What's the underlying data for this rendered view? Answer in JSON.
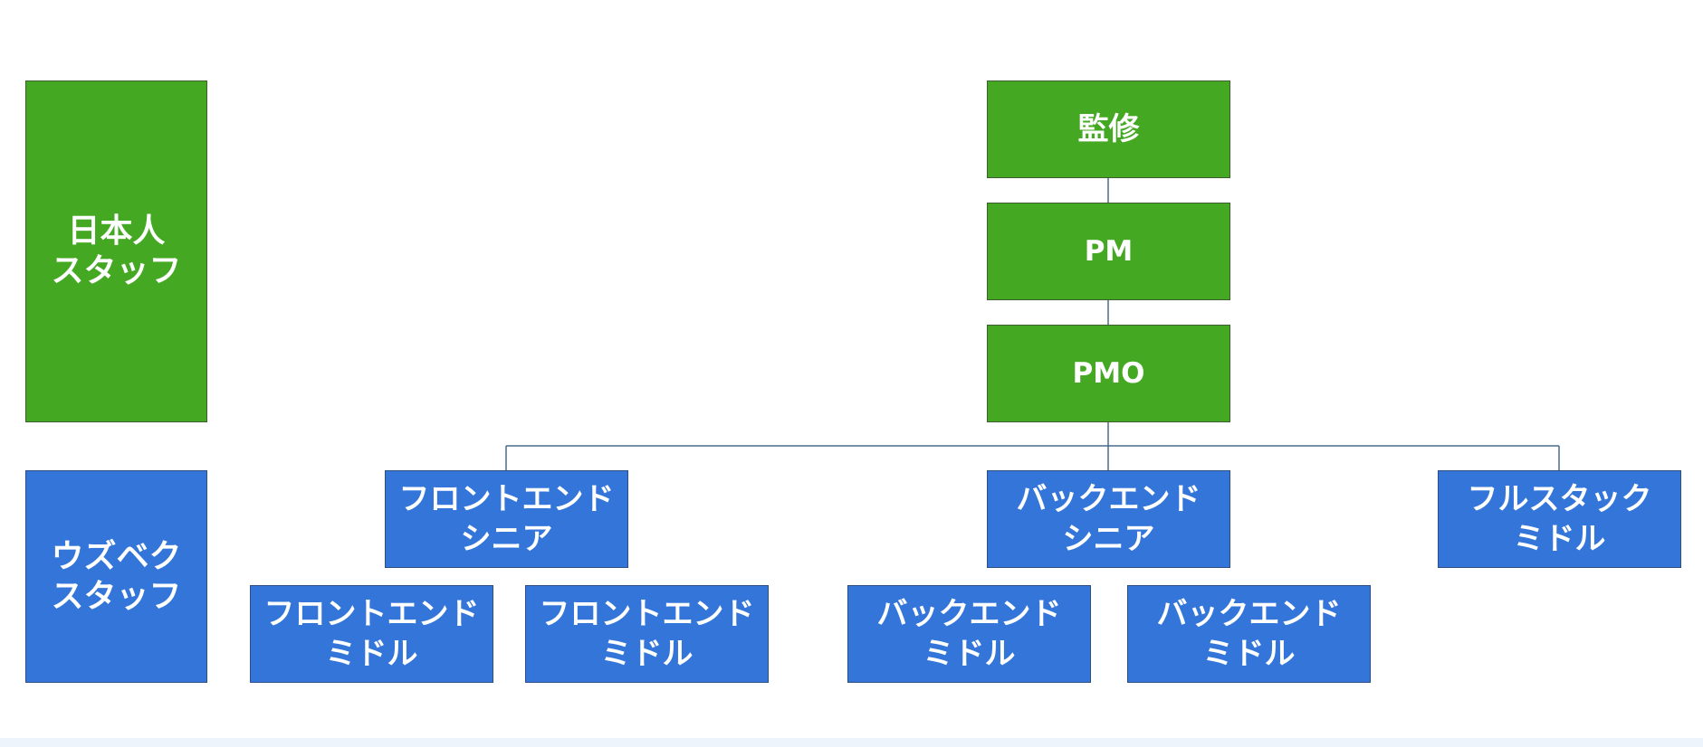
{
  "colors": {
    "japan": "#45a823",
    "uzbek": "#3375d9",
    "connector": "#4a6a8a"
  },
  "categories": {
    "japanese_staff": "日本人\nスタッフ",
    "uzbek_staff": "ウズベク\nスタッフ"
  },
  "nodes": {
    "supervision": "監修",
    "pm": "PM",
    "pmo": "PMO",
    "frontend_senior": "フロントエンド\nシニア",
    "backend_senior": "バックエンド\nシニア",
    "fullstack_middle": "フルスタック\nミドル",
    "frontend_middle_1": "フロントエンド\nミドル",
    "frontend_middle_2": "フロントエンド\nミドル",
    "backend_middle_1": "バックエンド\nミドル",
    "backend_middle_2": "バックエンド\nミドル"
  }
}
